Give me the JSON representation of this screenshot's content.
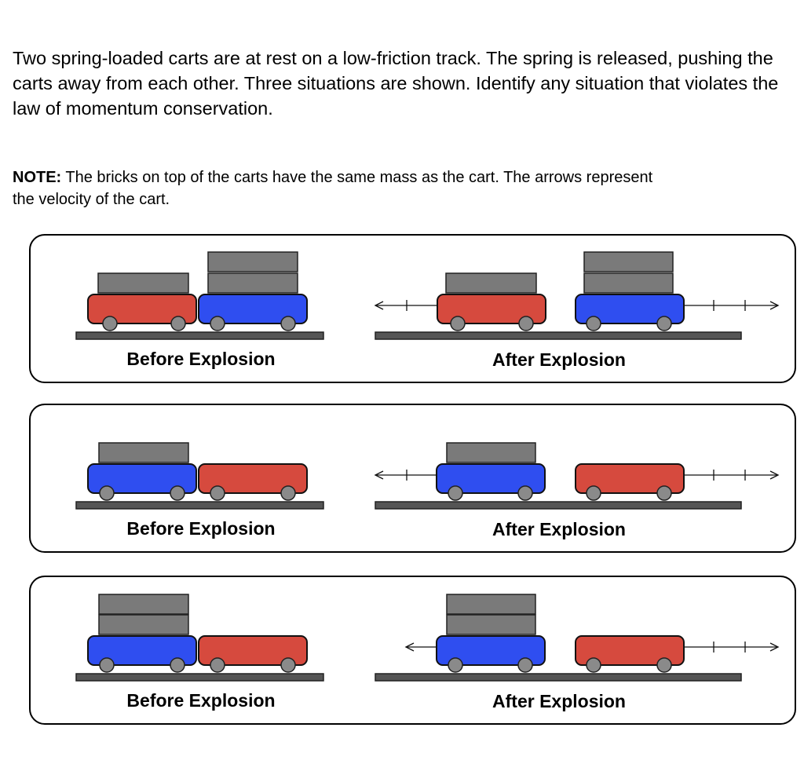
{
  "question": "Two spring-loaded carts are at rest on a low-friction track. The spring is released, pushing the carts away from each other. Three situations are shown. Identify any situation that violates the law of momentum conservation.",
  "note": {
    "label": "NOTE:",
    "line1": " The bricks on top of the carts have the same mass as the cart. The arrows represent",
    "line2": "the velocity of the cart."
  },
  "colors": {
    "red_cart": "#d64a3e",
    "blue_cart": "#2f4ef0",
    "brick": "#7a7a7a",
    "wheel": "#8a8a8a",
    "track": "#555555"
  },
  "situations": [
    {
      "before_label": "Before Explosion",
      "after_label": "After Explosion",
      "before": {
        "left_cart": {
          "color": "red",
          "bricks": 1
        },
        "right_cart": {
          "color": "blue",
          "bricks": 2
        }
      },
      "after": {
        "left_cart": {
          "color": "red",
          "bricks": 1,
          "velocity_arrow": "left",
          "arrow_ticks": 1
        },
        "right_cart": {
          "color": "blue",
          "bricks": 2,
          "velocity_arrow": "right",
          "arrow_ticks": 2
        }
      }
    },
    {
      "before_label": "Before Explosion",
      "after_label": "After Explosion",
      "before": {
        "left_cart": {
          "color": "blue",
          "bricks": 1
        },
        "right_cart": {
          "color": "red",
          "bricks": 0
        }
      },
      "after": {
        "left_cart": {
          "color": "blue",
          "bricks": 1,
          "velocity_arrow": "left",
          "arrow_ticks": 1
        },
        "right_cart": {
          "color": "red",
          "bricks": 0,
          "velocity_arrow": "right",
          "arrow_ticks": 2
        }
      }
    },
    {
      "before_label": "Before Explosion",
      "after_label": "After Explosion",
      "before": {
        "left_cart": {
          "color": "blue",
          "bricks": 2
        },
        "right_cart": {
          "color": "red",
          "bricks": 0
        }
      },
      "after": {
        "left_cart": {
          "color": "blue",
          "bricks": 2,
          "velocity_arrow": "left",
          "arrow_ticks": 0
        },
        "right_cart": {
          "color": "red",
          "bricks": 0,
          "velocity_arrow": "right",
          "arrow_ticks": 2
        }
      }
    }
  ]
}
